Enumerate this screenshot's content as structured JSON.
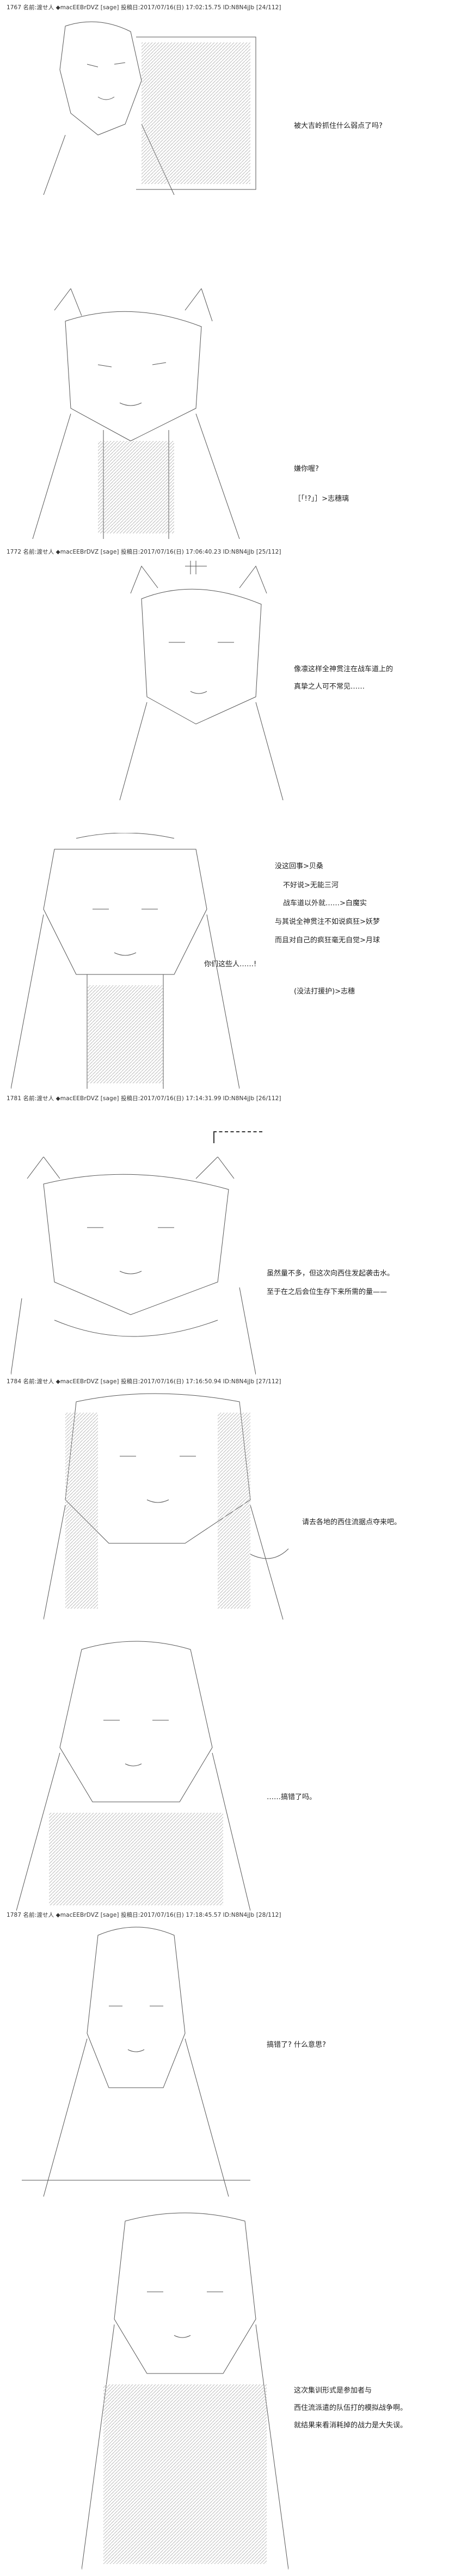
{
  "posts": [
    {
      "header": "1767 名前:渡せ人 ◆macEEBrDVZ [sage] 投稿日:2017/07/16(日) 17:02:15.75 ID:N8N4jJb [24/112]",
      "lines": [
        "被大吉岭抓住什么弱点了吗?",
        "嫌你喔?",
        "［「!?」］>志穗璃"
      ]
    },
    {
      "header": "1772 名前:渡せ人 ◆macEEBrDVZ [sage] 投稿日:2017/07/16(日) 17:06:40.23 ID:N8N4jJb [25/112]",
      "lines": [
        "像凛这样全神贯注在战车道上的",
        "真挚之人可不常见……",
        "没这回事>贝桑",
        "不好说>无能三河",
        "战车道以外就……>白魔实",
        "与其说全神贯注不如说疯狂>妖梦",
        "而且对自己的疯狂毫无自觉>月球",
        "你们这些人……!",
        "(没法打援护)>志穗"
      ]
    },
    {
      "header": "1781 名前:渡せ人 ◆macEEBrDVZ [sage] 投稿日:2017/07/16(日) 17:14:31.99 ID:N8N4jJb [26/112]",
      "lines": [
        "虽然量不多，但这次向西住发起袭击水。",
        "至于在之后会位生存下来所需的量——"
      ]
    },
    {
      "header": "1784 名前:渡せ人 ◆macEEBrDVZ [sage] 投稿日:2017/07/16(日) 17:16:50.94 ID:N8N4jJb [27/112]",
      "lines": [
        "请去各地的西住流据点夺来吧。",
        "……搞错了吗。"
      ]
    },
    {
      "header": "1787 名前:渡せ人 ◆macEEBrDVZ [sage] 投稿日:2017/07/16(日) 17:18:45.57 ID:N8N4jJb [28/112]",
      "lines": [
        "搞错了? 什么意思?",
        "这次集训形式是参加者与",
        "西住流派遣的队伍打的模拟战争啊。",
        "就结果来看消耗掉的战力是大失误。"
      ]
    }
  ],
  "art_labels": [
    "ascii-art-panel"
  ]
}
